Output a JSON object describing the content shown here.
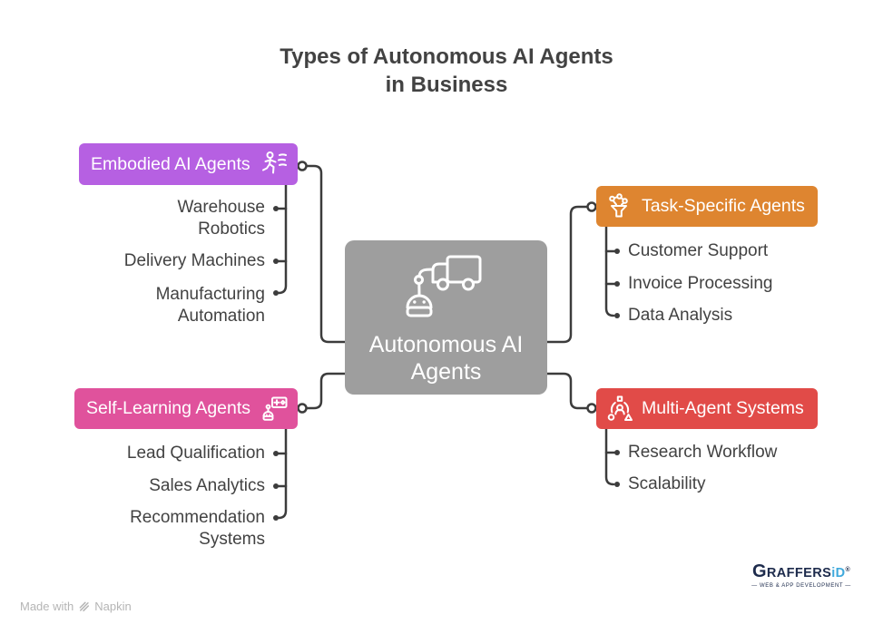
{
  "title": {
    "line1": "Types of Autonomous AI Agents",
    "line2": "in Business"
  },
  "center_node": {
    "label": "Autonomous AI Agents",
    "color": "#9e9e9e",
    "icon": "robot-delivery-truck-icon"
  },
  "branches": {
    "embodied": {
      "label": "Embodied AI Agents",
      "color": "#b660e2",
      "icon": "running-person-icon",
      "items": [
        "Warehouse Robotics",
        "Delivery Machines",
        "Manufacturing Automation"
      ]
    },
    "task_specific": {
      "label": "Task-Specific Agents",
      "color": "#de8530",
      "icon": "funnel-network-icon",
      "items": [
        "Customer Support",
        "Invoice Processing",
        "Data Analysis"
      ]
    },
    "self_learning": {
      "label": "Self-Learning Agents",
      "color": "#e0529c",
      "icon": "robot-upgrade-icon",
      "items": [
        "Lead Qualification",
        "Sales Analytics",
        "Recommendation Systems"
      ]
    },
    "multi_agent": {
      "label": "Multi-Agent Systems",
      "color": "#e14b48",
      "icon": "agents-shapes-icon",
      "items": [
        "Research Workflow",
        "Scalability"
      ]
    }
  },
  "footer": {
    "made_with": "Made with",
    "brand": "Napkin"
  },
  "logo": {
    "brand_main": "GRAFFERS",
    "brand_accent": "iD",
    "registered": "®",
    "tagline": "— WEB & APP DEVELOPMENT —"
  }
}
